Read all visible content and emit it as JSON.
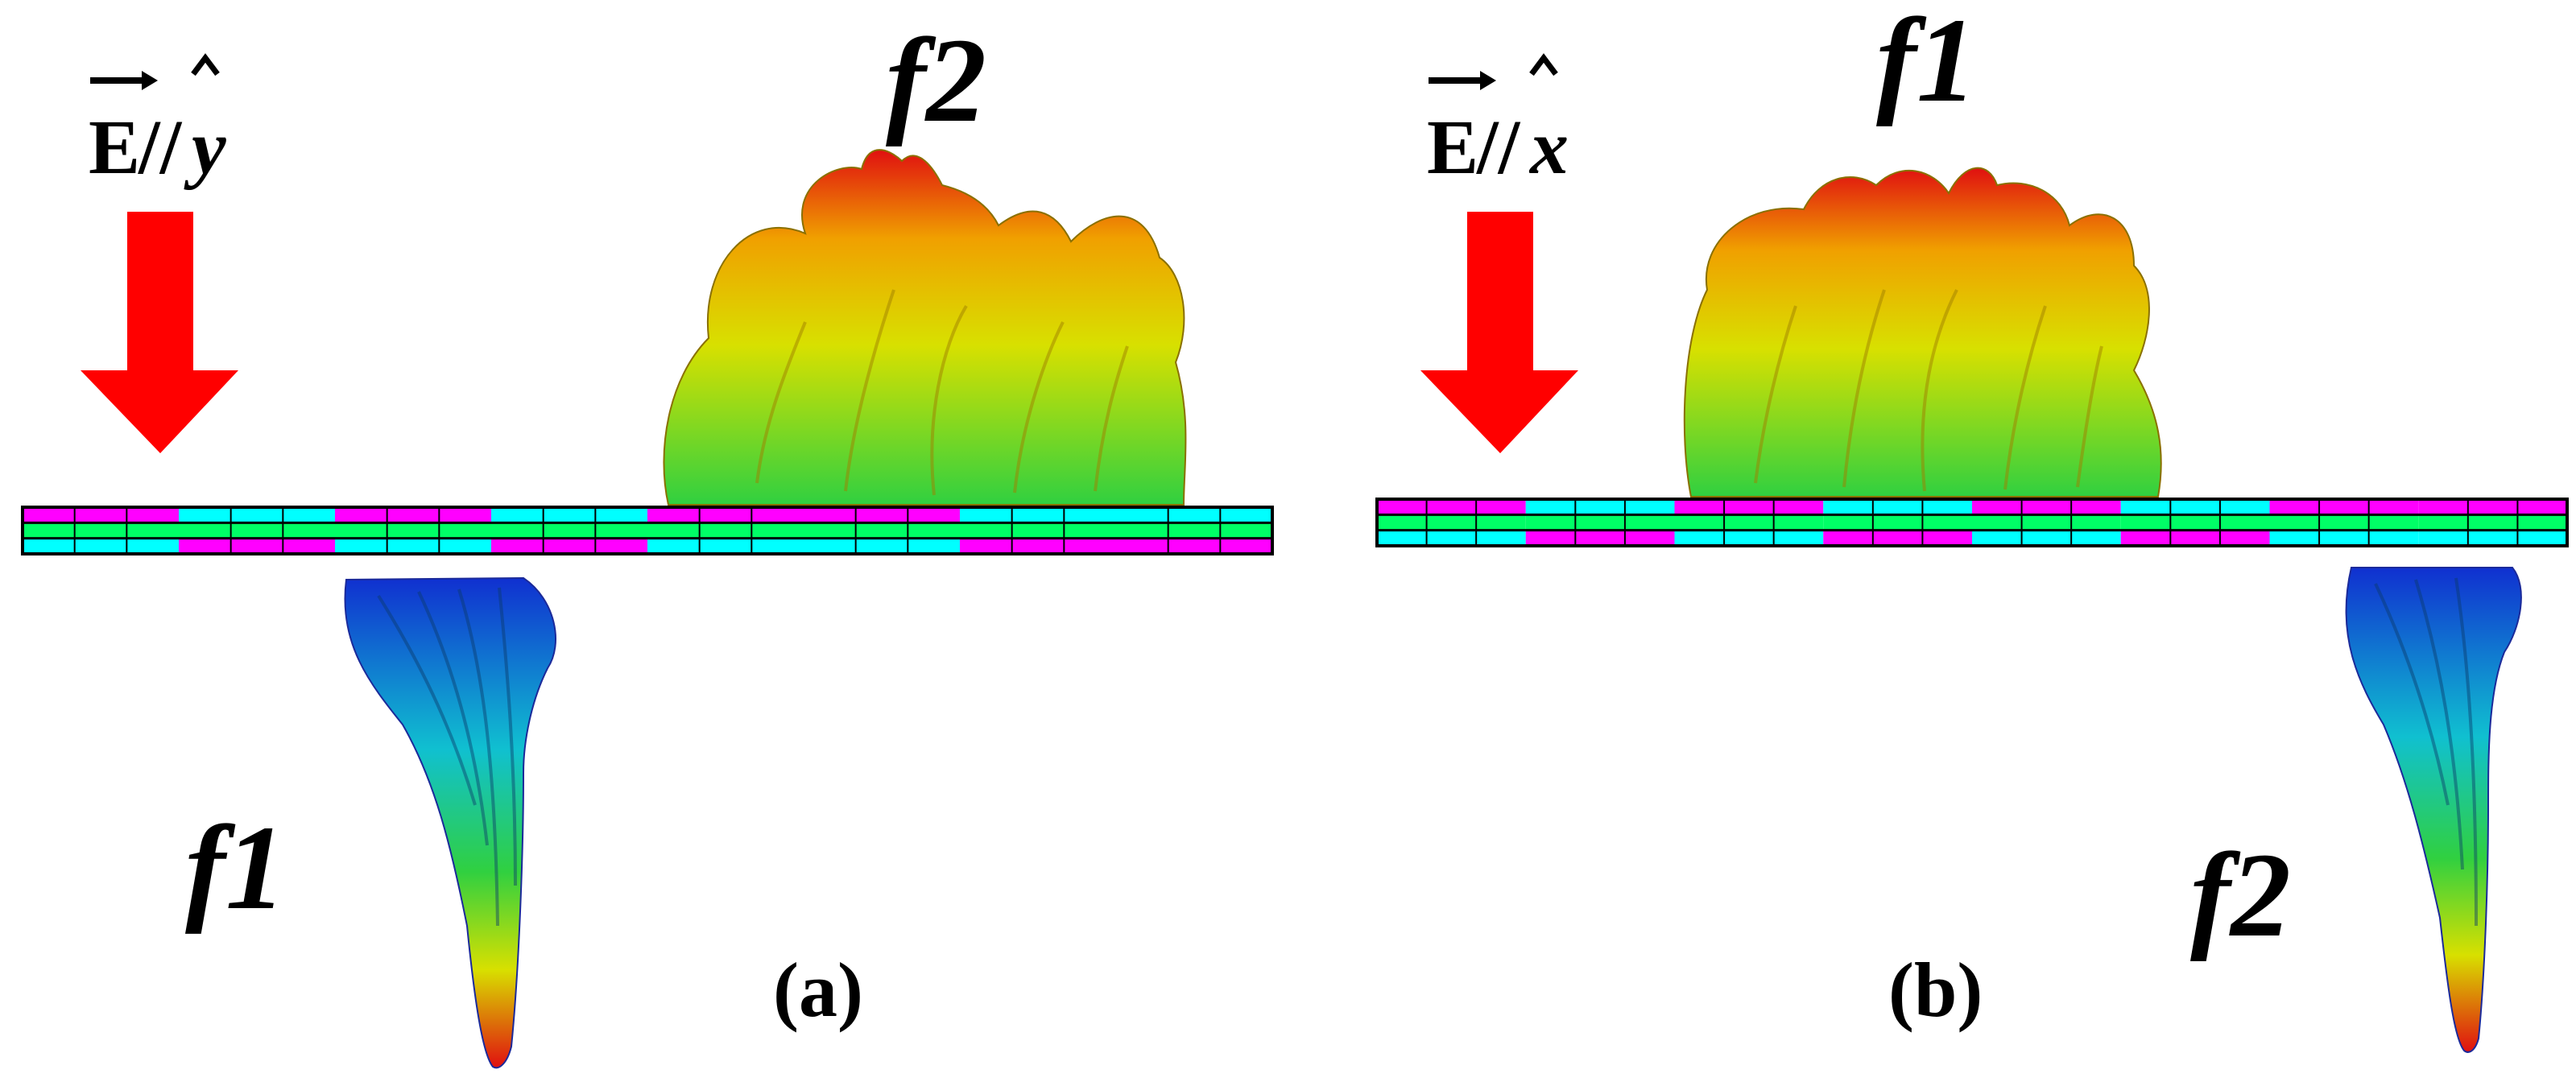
{
  "panels": [
    {
      "id": "a",
      "caption": "(a)",
      "field": {
        "vector": "E",
        "separator": "//",
        "axis": "y"
      },
      "upper_beam_label": "f2",
      "lower_beam_label": "f1",
      "arrow_color": "#ff0000"
    },
    {
      "id": "b",
      "caption": "(b)",
      "field": {
        "vector": "E",
        "separator": "//",
        "axis": "x"
      },
      "upper_beam_label": "f1",
      "lower_beam_label": "f2",
      "arrow_color": "#ff0000"
    }
  ],
  "metasurface": {
    "colors": {
      "magenta": "#ff00ff",
      "cyan": "#00ffff",
      "green": "#00ff66",
      "outline": "#000000"
    },
    "panel_a": {
      "bands": [
        [
          "magenta",
          "cyan",
          "magenta",
          "cyan",
          "magenta",
          "magenta",
          "cyan",
          "cyan"
        ],
        [
          "green",
          "green",
          "green",
          "green",
          "green",
          "green",
          "green",
          "green"
        ],
        [
          "cyan",
          "magenta",
          "cyan",
          "magenta",
          "cyan",
          "cyan",
          "magenta",
          "magenta"
        ]
      ]
    },
    "panel_b": {
      "bands": [
        [
          "magenta",
          "cyan",
          "magenta",
          "cyan",
          "magenta",
          "cyan",
          "magenta",
          "magenta"
        ],
        [
          "green",
          "green",
          "green",
          "green",
          "green",
          "green",
          "green",
          "green"
        ],
        [
          "cyan",
          "magenta",
          "cyan",
          "magenta",
          "cyan",
          "magenta",
          "cyan",
          "cyan"
        ]
      ]
    }
  },
  "beam_colors": {
    "peak": "#e01010",
    "mid_warm": "#f0a000",
    "mid": "#d8e000",
    "mid_cool": "#30d040",
    "base_cool": "#10c0d0",
    "base": "#1030d0"
  }
}
